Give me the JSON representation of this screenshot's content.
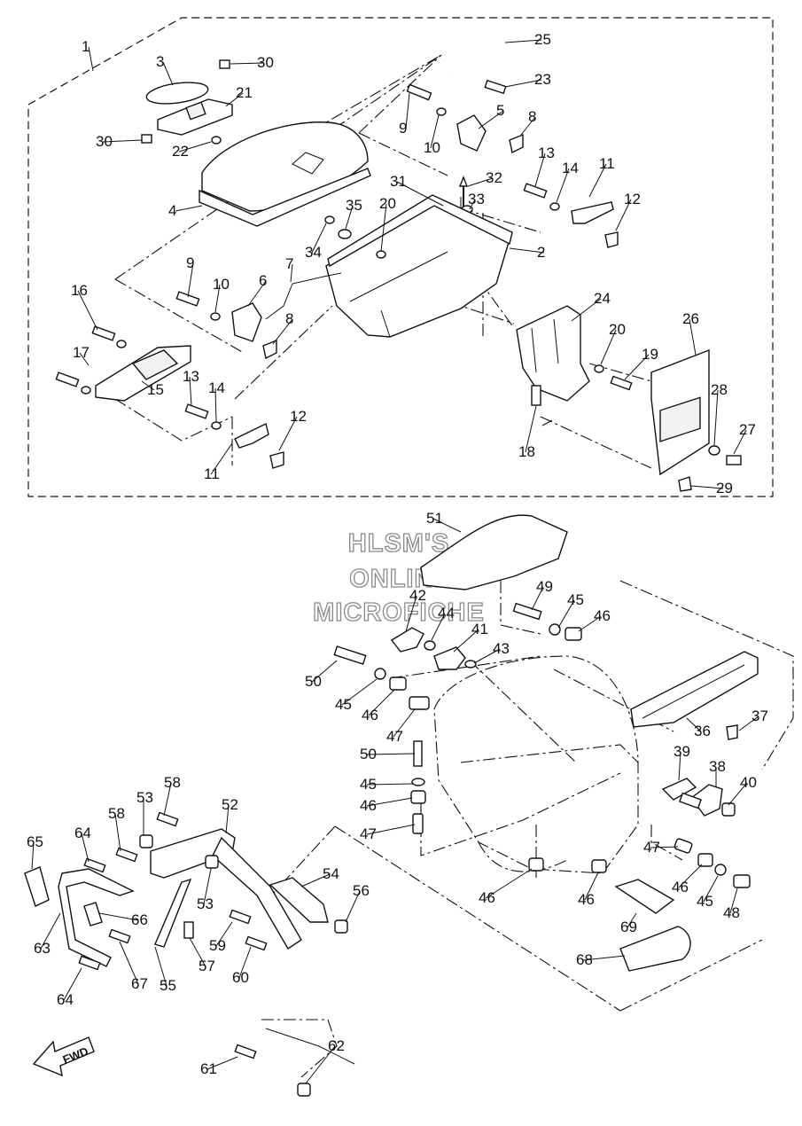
{
  "watermark": [
    "HLSM'S",
    "ONLINE",
    "MICROFICHE"
  ],
  "direction_label": "FWD",
  "callouts": [
    "1",
    "2",
    "3",
    "4",
    "5",
    "6",
    "7",
    "8",
    "8",
    "9",
    "9",
    "10",
    "10",
    "11",
    "11",
    "12",
    "12",
    "13",
    "13",
    "14",
    "14",
    "15",
    "16",
    "17",
    "18",
    "19",
    "20",
    "20",
    "21",
    "22",
    "23",
    "24",
    "25",
    "26",
    "27",
    "28",
    "29",
    "30",
    "30",
    "31",
    "32",
    "33",
    "34",
    "35",
    "36",
    "37",
    "38",
    "39",
    "40",
    "41",
    "42",
    "43",
    "44",
    "45",
    "45",
    "45",
    "45",
    "46",
    "46",
    "46",
    "46",
    "46",
    "46",
    "47",
    "47",
    "47",
    "48",
    "49",
    "50",
    "50",
    "51",
    "52",
    "53",
    "53",
    "54",
    "55",
    "56",
    "57",
    "58",
    "58",
    "59",
    "60",
    "61",
    "62",
    "63",
    "64",
    "64",
    "65",
    "66",
    "67",
    "68",
    "69"
  ]
}
